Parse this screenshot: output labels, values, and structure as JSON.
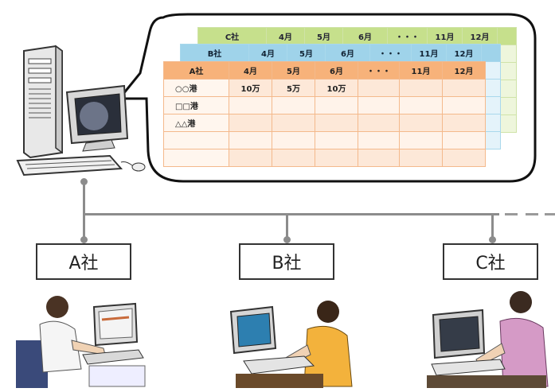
{
  "sheets": {
    "c": {
      "company": "C社",
      "months": [
        "4月",
        "5月",
        "6月",
        "・・・",
        "11月",
        "12月"
      ]
    },
    "b": {
      "company": "B社",
      "months": [
        "4月",
        "5月",
        "6月",
        "・・・",
        "11月",
        "12月"
      ]
    },
    "a": {
      "company": "A社",
      "months": [
        "4月",
        "5月",
        "6月",
        "・・・",
        "11月",
        "12月"
      ],
      "rows": [
        {
          "port": "○○港",
          "values": [
            "10万",
            "5万",
            "10万",
            "",
            "",
            ""
          ]
        },
        {
          "port": "□□港",
          "values": [
            "",
            "",
            "",
            "",
            "",
            ""
          ]
        },
        {
          "port": "△△港",
          "values": [
            "",
            "",
            "",
            "",
            "",
            ""
          ]
        },
        {
          "port": "",
          "values": [
            "",
            "",
            "",
            "",
            "",
            ""
          ]
        },
        {
          "port": "",
          "values": [
            "",
            "",
            "",
            "",
            "",
            ""
          ]
        }
      ]
    }
  },
  "companies": [
    {
      "label": "A社"
    },
    {
      "label": "B社"
    },
    {
      "label": "C社"
    }
  ],
  "icons": {
    "server": "desktop-server-computer-icon",
    "user_a": "office-worker-at-computer-icon",
    "user_b": "office-worker-at-computer-icon",
    "user_c": "office-worker-at-computer-icon"
  }
}
